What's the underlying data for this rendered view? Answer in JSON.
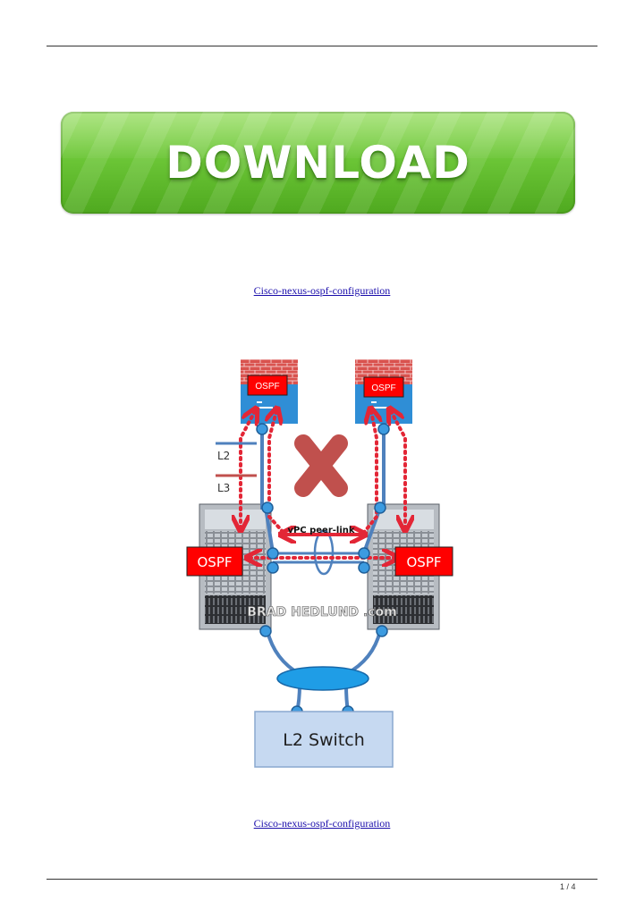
{
  "download": {
    "label": "DOWNLOAD"
  },
  "links": {
    "top": "Cisco-nexus-ospf-configuration",
    "bottom": "Cisco-nexus-ospf-configuration"
  },
  "diagram": {
    "firewall_left_label": "OSPF",
    "firewall_right_label": "OSPF",
    "legend_l2": "L2",
    "legend_l3": "L3",
    "peer_link_label": "vPC peer-link",
    "ospf_left": "OSPF",
    "ospf_right": "OSPF",
    "watermark": "BRAD HEDLUND .com",
    "switch_label": "L2 Switch",
    "colors": {
      "l2": "#4f81bd",
      "l3": "#c0504d",
      "ospf_box": "#ff0000",
      "dotted_arrow": "#e32636"
    }
  },
  "footer": {
    "page": "1 / 4"
  }
}
